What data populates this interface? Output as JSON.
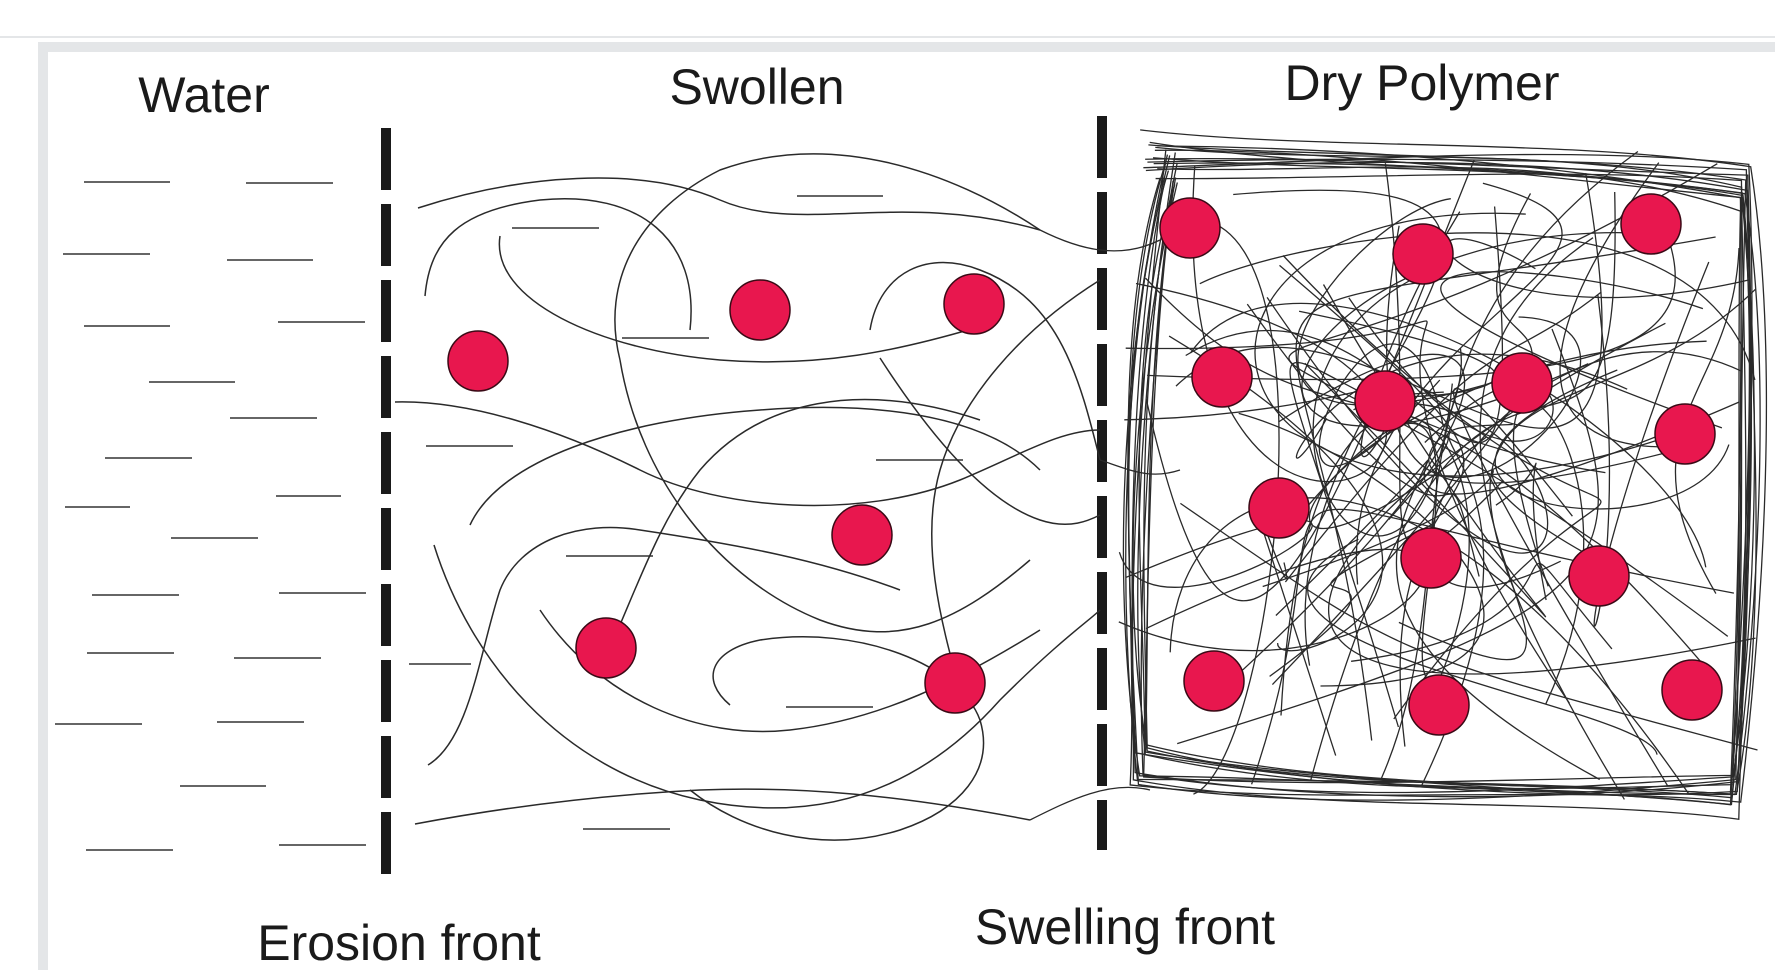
{
  "regions": {
    "water": "Water",
    "swollen": "Swollen",
    "dry": "Dry Polymer"
  },
  "fronts": {
    "erosion": "Erosion front",
    "swelling": "Swelling front"
  },
  "colors": {
    "particle": "#e8174e",
    "line": "#2a2a2a",
    "frame": "#e4e6e8"
  }
}
